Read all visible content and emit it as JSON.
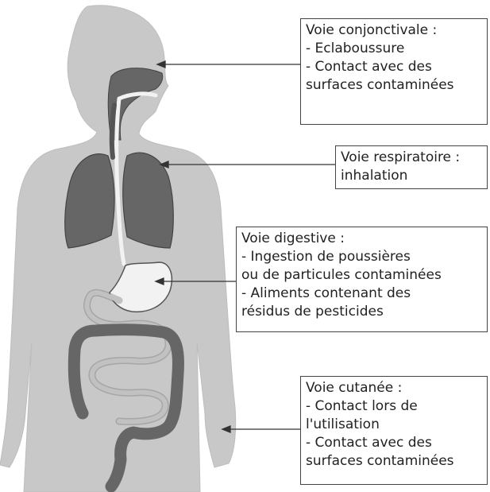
{
  "colors": {
    "body_fill": "#c8c8c8",
    "organ_fill": "#666666",
    "stomach_fill": "#f2f2f2",
    "arrow_color": "#333333",
    "box_border": "#444444"
  },
  "labels": {
    "conjonctivale": {
      "title": "Voie conjonctivale :",
      "lines": [
        "- Eclaboussure",
        "- Contact avec des",
        "surfaces contaminées"
      ]
    },
    "respiratoire": {
      "title": "Voie respiratoire :",
      "lines": [
        "inhalation"
      ]
    },
    "digestive": {
      "title": "Voie digestive :",
      "lines": [
        "- Ingestion de poussières",
        "ou de particules contaminées",
        "- Aliments contenant des",
        "résidus de pesticides"
      ]
    },
    "cutanee": {
      "title": "Voie cutanée :",
      "lines": [
        "- Contact lors de",
        "l'utilisation",
        "- Contact avec des",
        "surfaces contaminées"
      ]
    }
  }
}
